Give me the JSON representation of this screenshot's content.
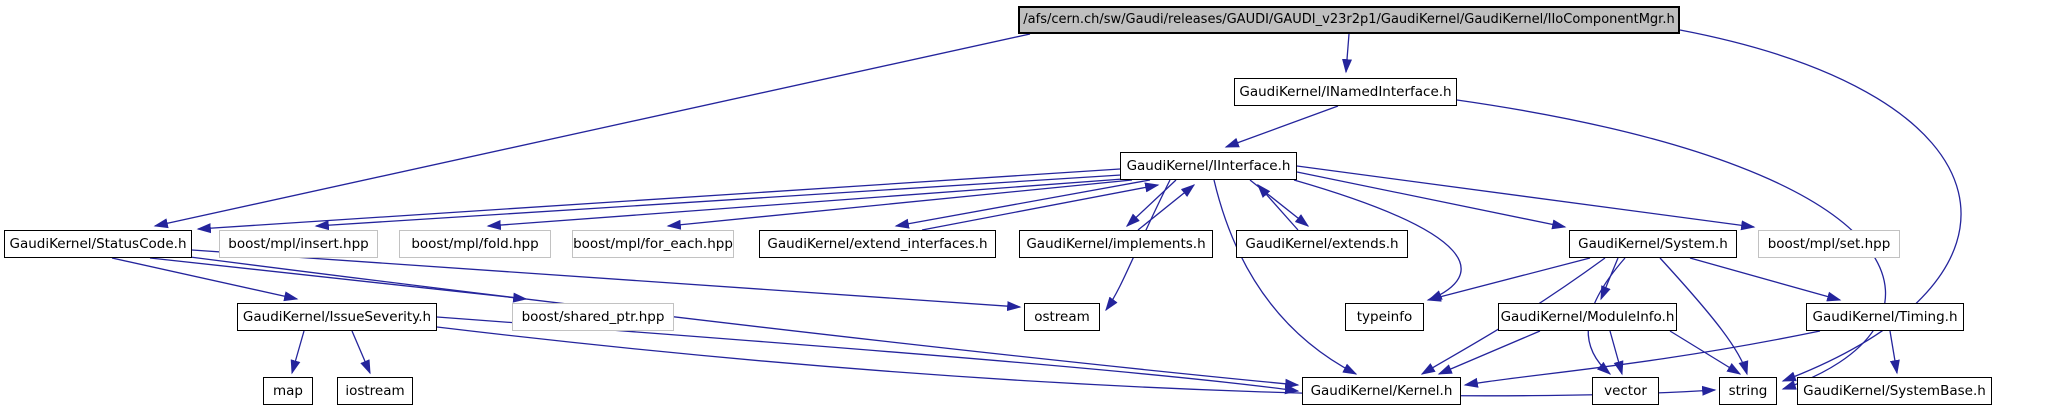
{
  "diagram": {
    "type": "doxygen-include-dependency-graph",
    "background": "#ffffff",
    "colors": {
      "edge": "#24249c",
      "node_border": "#000000",
      "external_node_border": "#c2c2c2",
      "main_node_fill": "#bfbfbf",
      "node_fill": "#ffffff",
      "text": "#000000"
    },
    "nodes": [
      {
        "id": "main",
        "label": "/afs/cern.ch/sw/Gaudi/releases/GAUDI/GAUDI_v23r2p1/GaudiKernel/GaudiKernel/IIoComponentMgr.h",
        "kind": "main"
      },
      {
        "id": "inamedinterface",
        "label": "GaudiKernel/INamedInterface.h",
        "kind": "internal"
      },
      {
        "id": "iinterface",
        "label": "GaudiKernel/IInterface.h",
        "kind": "internal"
      },
      {
        "id": "statuscode",
        "label": "GaudiKernel/StatusCode.h",
        "kind": "internal"
      },
      {
        "id": "mpl_insert",
        "label": "boost/mpl/insert.hpp",
        "kind": "external"
      },
      {
        "id": "mpl_fold",
        "label": "boost/mpl/fold.hpp",
        "kind": "external"
      },
      {
        "id": "mpl_for_each",
        "label": "boost/mpl/for_each.hpp",
        "kind": "external"
      },
      {
        "id": "extend_interfaces",
        "label": "GaudiKernel/extend_interfaces.h",
        "kind": "internal"
      },
      {
        "id": "implements",
        "label": "GaudiKernel/implements.h",
        "kind": "internal"
      },
      {
        "id": "extends",
        "label": "GaudiKernel/extends.h",
        "kind": "internal"
      },
      {
        "id": "system",
        "label": "GaudiKernel/System.h",
        "kind": "internal"
      },
      {
        "id": "mpl_set",
        "label": "boost/mpl/set.hpp",
        "kind": "external"
      },
      {
        "id": "issueseverity",
        "label": "GaudiKernel/IssueSeverity.h",
        "kind": "internal"
      },
      {
        "id": "shared_ptr",
        "label": "boost/shared_ptr.hpp",
        "kind": "external"
      },
      {
        "id": "ostream",
        "label": "ostream",
        "kind": "internal"
      },
      {
        "id": "typeinfo",
        "label": "typeinfo",
        "kind": "internal"
      },
      {
        "id": "moduleinfo",
        "label": "GaudiKernel/ModuleInfo.h",
        "kind": "internal"
      },
      {
        "id": "timing",
        "label": "GaudiKernel/Timing.h",
        "kind": "internal"
      },
      {
        "id": "map",
        "label": "map",
        "kind": "internal"
      },
      {
        "id": "iostream",
        "label": "iostream",
        "kind": "internal"
      },
      {
        "id": "kernel",
        "label": "GaudiKernel/Kernel.h",
        "kind": "internal"
      },
      {
        "id": "vector",
        "label": "vector",
        "kind": "internal"
      },
      {
        "id": "string",
        "label": "string",
        "kind": "internal"
      },
      {
        "id": "systembase",
        "label": "GaudiKernel/SystemBase.h",
        "kind": "internal"
      }
    ],
    "edges": [
      {
        "from": "main",
        "to": "inamedinterface"
      },
      {
        "from": "main",
        "to": "statuscode"
      },
      {
        "from": "main",
        "to": "string"
      },
      {
        "from": "inamedinterface",
        "to": "iinterface"
      },
      {
        "from": "inamedinterface",
        "to": "string"
      },
      {
        "from": "iinterface",
        "to": "statuscode"
      },
      {
        "from": "iinterface",
        "to": "mpl_insert"
      },
      {
        "from": "iinterface",
        "to": "mpl_fold"
      },
      {
        "from": "iinterface",
        "to": "mpl_for_each"
      },
      {
        "from": "iinterface",
        "to": "extend_interfaces"
      },
      {
        "from": "iinterface",
        "to": "implements"
      },
      {
        "from": "iinterface",
        "to": "extends"
      },
      {
        "from": "iinterface",
        "to": "system"
      },
      {
        "from": "iinterface",
        "to": "mpl_set"
      },
      {
        "from": "iinterface",
        "to": "ostream"
      },
      {
        "from": "iinterface",
        "to": "typeinfo"
      },
      {
        "from": "iinterface",
        "to": "kernel"
      },
      {
        "from": "extend_interfaces",
        "to": "iinterface"
      },
      {
        "from": "implements",
        "to": "iinterface"
      },
      {
        "from": "extends",
        "to": "iinterface"
      },
      {
        "from": "statuscode",
        "to": "issueseverity"
      },
      {
        "from": "statuscode",
        "to": "shared_ptr"
      },
      {
        "from": "statuscode",
        "to": "ostream"
      },
      {
        "from": "statuscode",
        "to": "kernel"
      },
      {
        "from": "issueseverity",
        "to": "map"
      },
      {
        "from": "issueseverity",
        "to": "iostream"
      },
      {
        "from": "issueseverity",
        "to": "kernel"
      },
      {
        "from": "issueseverity",
        "to": "string"
      },
      {
        "from": "system",
        "to": "typeinfo"
      },
      {
        "from": "system",
        "to": "moduleinfo"
      },
      {
        "from": "system",
        "to": "timing"
      },
      {
        "from": "system",
        "to": "kernel"
      },
      {
        "from": "system",
        "to": "vector"
      },
      {
        "from": "system",
        "to": "string"
      },
      {
        "from": "moduleinfo",
        "to": "kernel"
      },
      {
        "from": "moduleinfo",
        "to": "vector"
      },
      {
        "from": "moduleinfo",
        "to": "string"
      },
      {
        "from": "timing",
        "to": "kernel"
      },
      {
        "from": "timing",
        "to": "systembase"
      }
    ]
  }
}
